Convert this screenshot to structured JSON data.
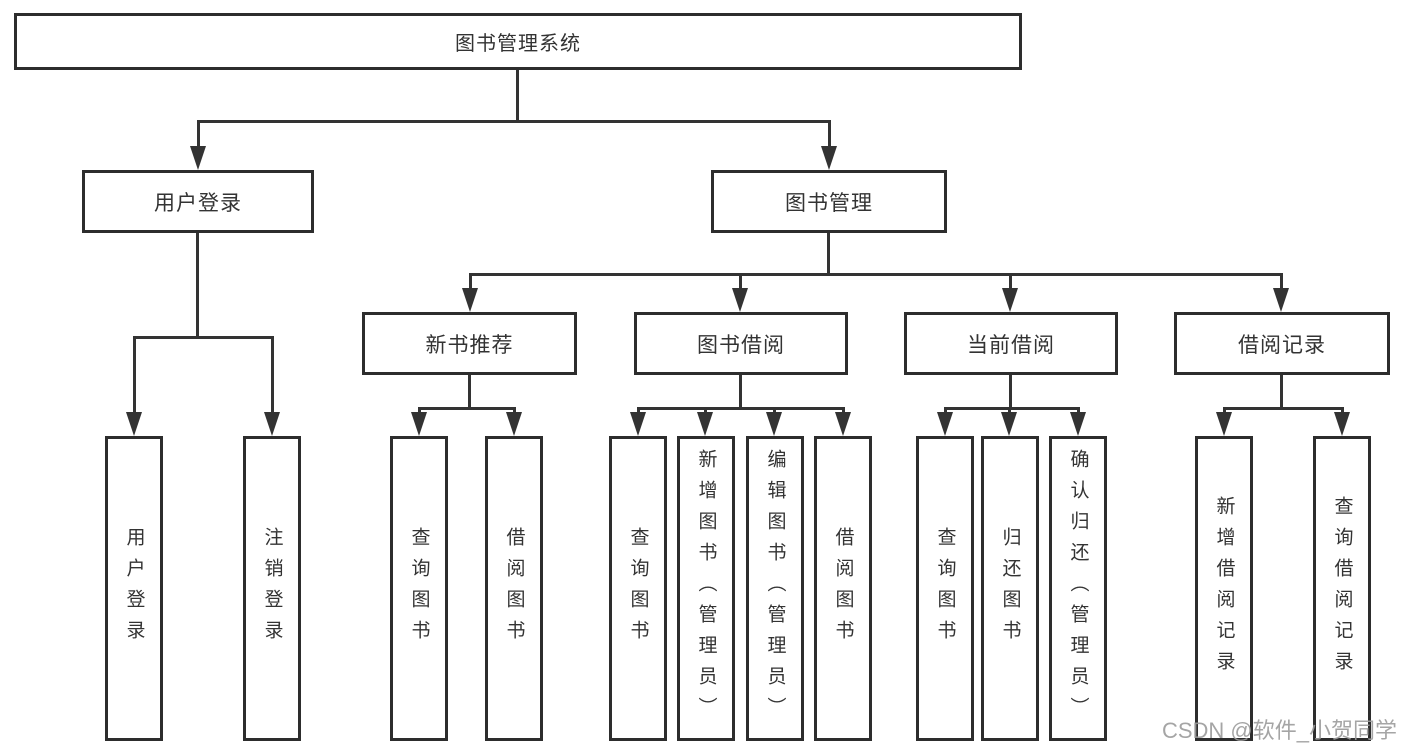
{
  "diagram_title": "图书管理系统",
  "nodes": {
    "root": "图书管理系统",
    "user_login": "用户登录",
    "book_mgmt": "图书管理",
    "new_book_rec": "新书推荐",
    "book_borrow": "图书借阅",
    "current_borrow": "当前借阅",
    "borrow_record": "借阅记录",
    "leaf_user_login": "用户登录",
    "leaf_logout": "注销登录",
    "leaf_nb_query": "查询图书",
    "leaf_nb_borrow": "借阅图书",
    "leaf_bb_query": "查询图书",
    "leaf_bb_add": "新增图书（管理员）",
    "leaf_bb_edit": "编辑图书（管理员）",
    "leaf_bb_borrow": "借阅图书",
    "leaf_cb_query": "查询图书",
    "leaf_cb_return": "归还图书",
    "leaf_cb_confirm": "确认归还（管理员）",
    "leaf_br_add": "新增借阅记录",
    "leaf_br_query": "查询借阅记录"
  },
  "watermark": "CSDN @软件_小贺同学",
  "colors": {
    "line": "#333333",
    "text": "#333333",
    "watermark": "#9b9b9b",
    "background": "#ffffff"
  }
}
